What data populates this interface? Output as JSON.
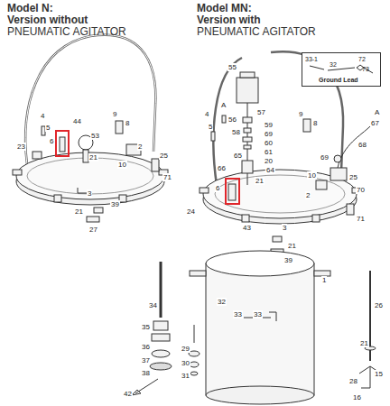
{
  "diagram": {
    "nodes": [
      {
        "text": [
          "33-1",
          "32",
          "72",
          "73",
          "Ground Lead"
        ]
      }
    ],
    "labels": [
      "Model N:",
      "Version without",
      "PNEUMATIC AGITATOR",
      "Model MN:",
      "Version with",
      "PNEUMATIC AGITATOR",
      "4",
      "5",
      "44",
      "53",
      "6",
      "21",
      "9",
      "8",
      "23",
      "2",
      "10",
      "25",
      "71",
      "3",
      "21",
      "39",
      "27",
      "55",
      "4",
      "5",
      "A",
      "56",
      "57",
      "58",
      "59",
      "69",
      "60",
      "61",
      "20",
      "65",
      "64",
      "66",
      "6",
      "21",
      "9",
      "8",
      "A",
      "67",
      "68",
      "69",
      "10",
      "25",
      "70",
      "24",
      "2",
      "71",
      "43",
      "3",
      "21",
      "39",
      "1",
      "34",
      "35",
      "36",
      "37",
      "38",
      "42",
      "32",
      "33",
      "33",
      "29",
      "30",
      "31",
      "26",
      "21",
      "28",
      "15",
      "16"
    ]
  }
}
